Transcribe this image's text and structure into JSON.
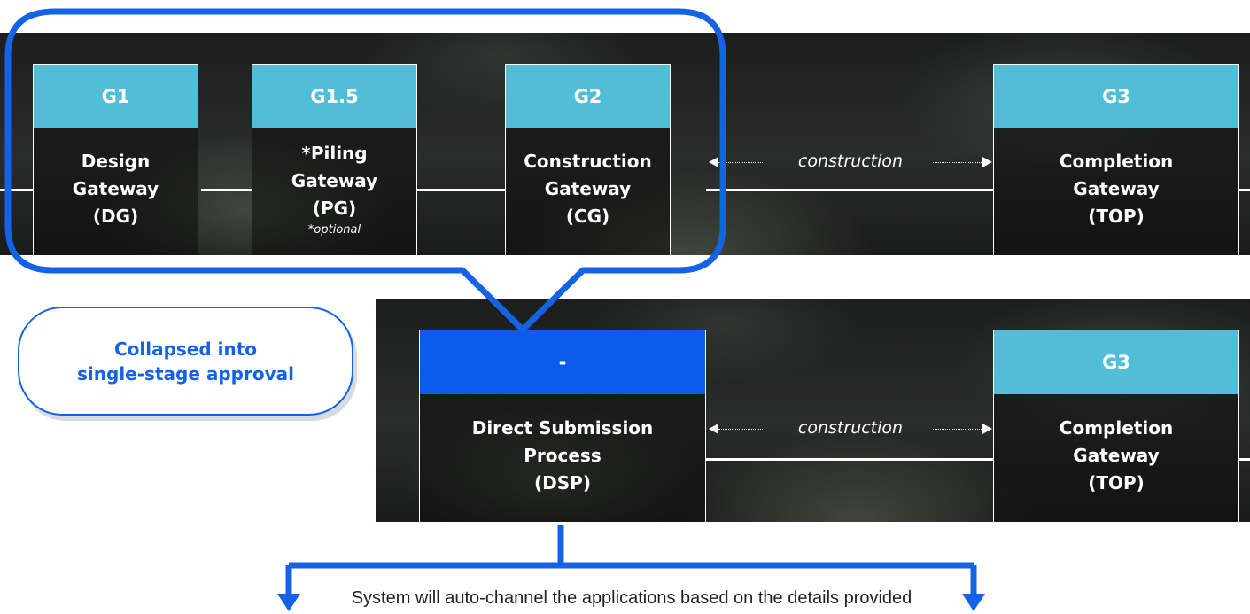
{
  "gateways_top": [
    {
      "code": "G1",
      "lines": [
        "Design",
        "Gateway",
        "(DG)"
      ],
      "note": ""
    },
    {
      "code": "G1.5",
      "lines": [
        "*Piling",
        "Gateway",
        "(PG)"
      ],
      "note": "*optional"
    },
    {
      "code": "G2",
      "lines": [
        "Construction",
        "Gateway",
        "(CG)"
      ],
      "note": ""
    },
    {
      "code": "G3",
      "lines": [
        "Completion",
        "Gateway",
        "(TOP)"
      ],
      "note": ""
    }
  ],
  "gateways_bottom": [
    {
      "code": "-",
      "lines": [
        "Direct Submission",
        "Process",
        "(DSP)"
      ]
    },
    {
      "code": "G3",
      "lines": [
        "Completion",
        "Gateway",
        "(TOP)"
      ]
    }
  ],
  "phase_label_top": "construction",
  "phase_label_bottom": "construction",
  "callout": {
    "line1": "Collapsed into",
    "line2": "single-stage approval"
  },
  "footer_text": "System will auto-channel the applications based on the details provided",
  "colors": {
    "gateway_header": "#52bdd7",
    "highlight_blue": "#0b5ce8",
    "outline_blue": "#1463e6"
  }
}
